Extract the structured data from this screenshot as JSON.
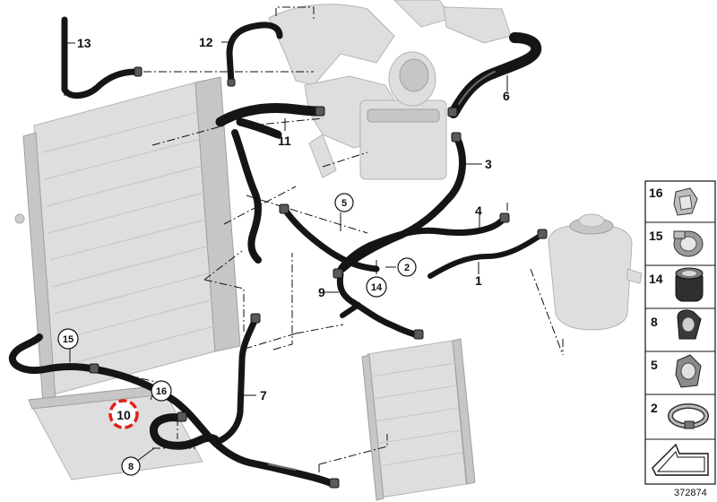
{
  "diagram": {
    "image_number": "372874",
    "callouts": [
      {
        "id": "c1",
        "label": "1"
      },
      {
        "id": "c3",
        "label": "3"
      },
      {
        "id": "c4",
        "label": "4"
      },
      {
        "id": "c6",
        "label": "6"
      },
      {
        "id": "c7",
        "label": "7"
      },
      {
        "id": "c9",
        "label": "9"
      },
      {
        "id": "c11",
        "label": "11"
      },
      {
        "id": "c12",
        "label": "12"
      },
      {
        "id": "c13",
        "label": "13"
      }
    ],
    "circled_callouts": [
      {
        "id": "cc2",
        "label": "2"
      },
      {
        "id": "cc5",
        "label": "5"
      },
      {
        "id": "cc8",
        "label": "8"
      },
      {
        "id": "cc14",
        "label": "14"
      },
      {
        "id": "cc15",
        "label": "15"
      },
      {
        "id": "cc16",
        "label": "16"
      }
    ],
    "highlighted_callout": {
      "label": "10",
      "color": "#e0201b"
    },
    "legend": [
      {
        "label": "16",
        "icon": "hose-clip-16-icon"
      },
      {
        "label": "15",
        "icon": "hose-clip-15-icon"
      },
      {
        "label": "14",
        "icon": "hose-clamp-14-icon"
      },
      {
        "label": "8",
        "icon": "hose-clip-8-icon"
      },
      {
        "label": "5",
        "icon": "hose-clip-5-icon"
      },
      {
        "label": "2",
        "icon": "band-clamp-2-icon"
      }
    ],
    "colors": {
      "hose": "#151515",
      "component_grey": "#dedede",
      "highlight": "#e0201b"
    }
  }
}
